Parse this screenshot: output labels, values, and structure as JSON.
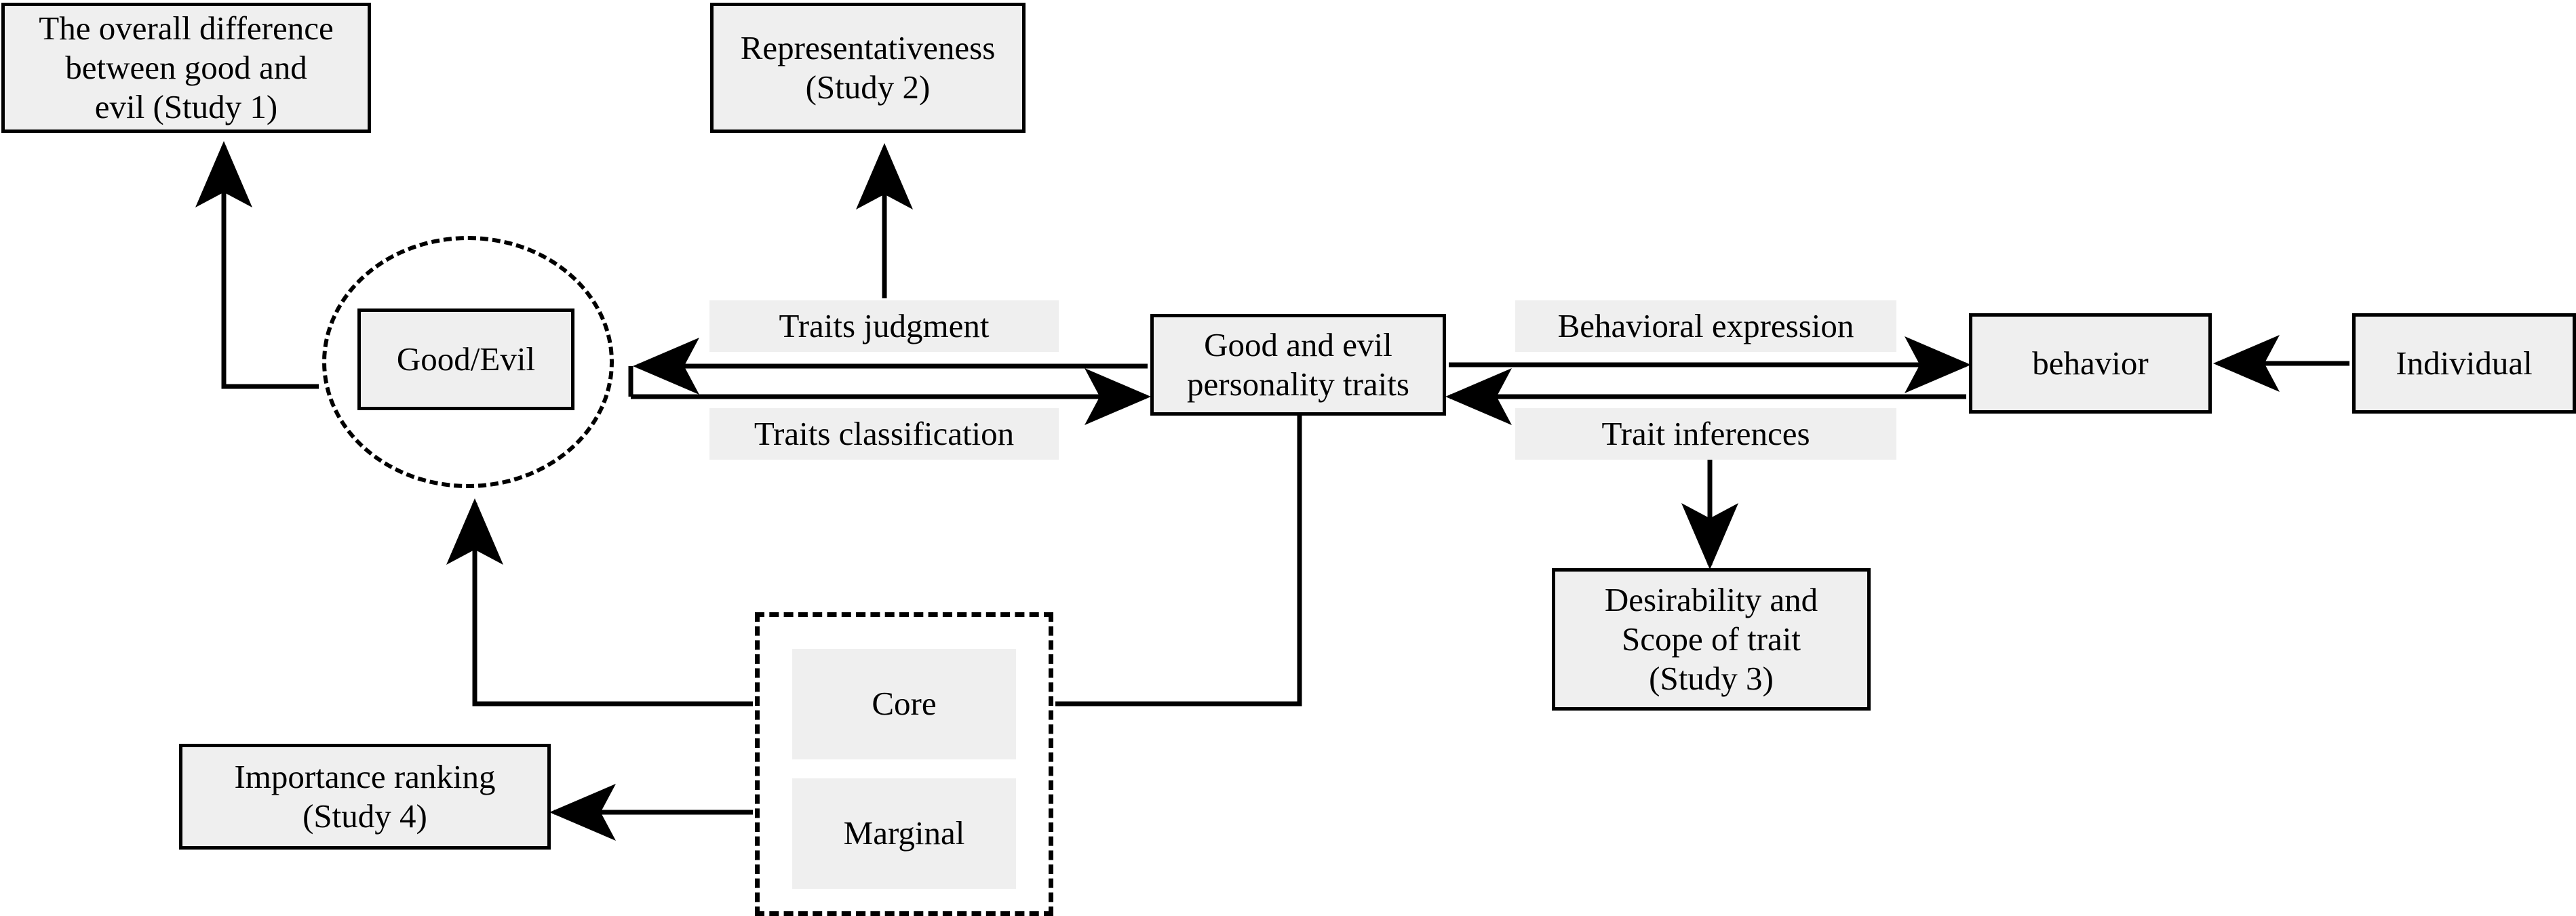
{
  "diagram": {
    "title": "Good and evil personality traits research framework",
    "fill_color": "#efefef",
    "stroke_color": "#000000",
    "background": "#ffffff"
  },
  "nodes": {
    "study1": {
      "label": "The overall difference\nbetween good and\nevil (Study 1)"
    },
    "study2": {
      "label": "Representativeness\n(Study 2)"
    },
    "good_evil": {
      "label": "Good/Evil"
    },
    "traits": {
      "label": "Good and evil\npersonality traits"
    },
    "behavior": {
      "label": "behavior"
    },
    "individual": {
      "label": "Individual"
    },
    "desirability": {
      "label": "Desirability and\nScope of trait\n(Study 3)"
    },
    "importance": {
      "label": "Importance ranking\n(Study 4)"
    },
    "core": {
      "label": "Core"
    },
    "marginal": {
      "label": "Marginal"
    }
  },
  "edge_labels": {
    "traits_judgment": {
      "label": "Traits judgment"
    },
    "traits_classification": {
      "label": "Traits classification"
    },
    "behavioral_expression": {
      "label": "Behavioral expression"
    },
    "trait_inferences": {
      "label": "Trait inferences"
    }
  },
  "edges": [
    {
      "from": "good_evil",
      "to": "study1",
      "label": "",
      "style": "elbow-left-up",
      "arrow": "to"
    },
    {
      "from": "traits_judgment_label",
      "to": "study2",
      "label": "",
      "style": "vertical-up",
      "arrow": "to"
    },
    {
      "from": "traits",
      "to": "good_evil",
      "label": "Traits judgment",
      "style": "horizontal",
      "arrow": "to"
    },
    {
      "from": "good_evil",
      "to": "traits",
      "label": "Traits classification",
      "style": "horizontal",
      "arrow": "to"
    },
    {
      "from": "traits",
      "to": "behavior",
      "label": "Behavioral expression",
      "style": "horizontal",
      "arrow": "to"
    },
    {
      "from": "behavior",
      "to": "traits",
      "label": "Trait inferences",
      "style": "horizontal",
      "arrow": "to"
    },
    {
      "from": "individual",
      "to": "behavior",
      "label": "",
      "style": "horizontal",
      "arrow": "to"
    },
    {
      "from": "trait_inferences_label",
      "to": "desirability",
      "label": "",
      "style": "vertical-down",
      "arrow": "to"
    },
    {
      "from": "traits",
      "to": "core_group",
      "label": "",
      "style": "elbow-down-left",
      "arrow": "none"
    },
    {
      "from": "core_group",
      "to": "good_evil",
      "label": "",
      "style": "elbow-left-up",
      "arrow": "to"
    },
    {
      "from": "marginal",
      "to": "importance",
      "label": "",
      "style": "horizontal",
      "arrow": "to"
    }
  ],
  "groups": {
    "good_evil_circle": {
      "shape": "dashed-circle"
    },
    "core_marginal_box": {
      "shape": "dashed-rectangle"
    }
  }
}
